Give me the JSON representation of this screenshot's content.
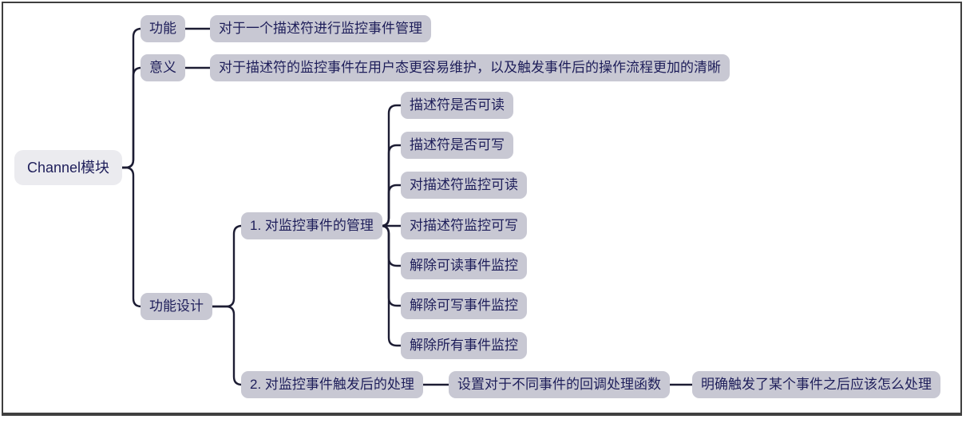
{
  "page": {
    "background": "#ffffff",
    "frame_border_color": "#3f3f3f"
  },
  "colors": {
    "node_background": "#c8c8d3",
    "root_background": "#ebebef",
    "node_text": "#1e1e5a",
    "connector_line": "#1c1c33"
  },
  "mindmap": {
    "root": {
      "label": "Channel模块"
    },
    "branches": [
      {
        "label": "功能",
        "children": [
          {
            "label": "对于一个描述符进行监控事件管理"
          }
        ]
      },
      {
        "label": "意义",
        "children": [
          {
            "label": "对于描述符的监控事件在用户态更容易维护，以及触发事件后的操作流程更加的清晰"
          }
        ]
      },
      {
        "label": "功能设计",
        "children": [
          {
            "label": "1. 对监控事件的管理",
            "children": [
              {
                "label": "描述符是否可读"
              },
              {
                "label": "描述符是否可写"
              },
              {
                "label": "对描述符监控可读"
              },
              {
                "label": "对描述符监控可写"
              },
              {
                "label": "解除可读事件监控"
              },
              {
                "label": "解除可写事件监控"
              },
              {
                "label": "解除所有事件监控"
              }
            ]
          },
          {
            "label": "2. 对监控事件触发后的处理",
            "children": [
              {
                "label": "设置对于不同事件的回调处理函数",
                "children": [
                  {
                    "label": "明确触发了某个事件之后应该怎么处理"
                  }
                ]
              }
            ]
          }
        ]
      }
    ]
  }
}
